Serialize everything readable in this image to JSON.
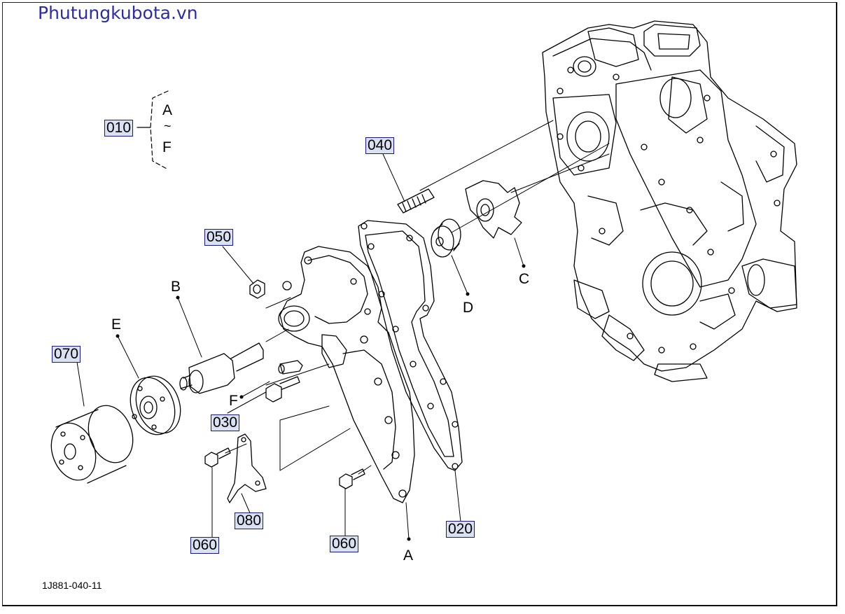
{
  "watermark": "Phutungkubota.vn",
  "drawing_code": "1J881-040-11",
  "set_group": {
    "code": "010",
    "from": "A",
    "tilde": "~",
    "to": "F"
  },
  "parts": {
    "p020": "020",
    "p030": "030",
    "p040": "040",
    "p050": "050",
    "p060a": "060",
    "p060b": "060",
    "p070": "070",
    "p080": "080"
  },
  "refs": {
    "A": "A",
    "B": "B",
    "C": "C",
    "D": "D",
    "E": "E",
    "F": "F"
  }
}
